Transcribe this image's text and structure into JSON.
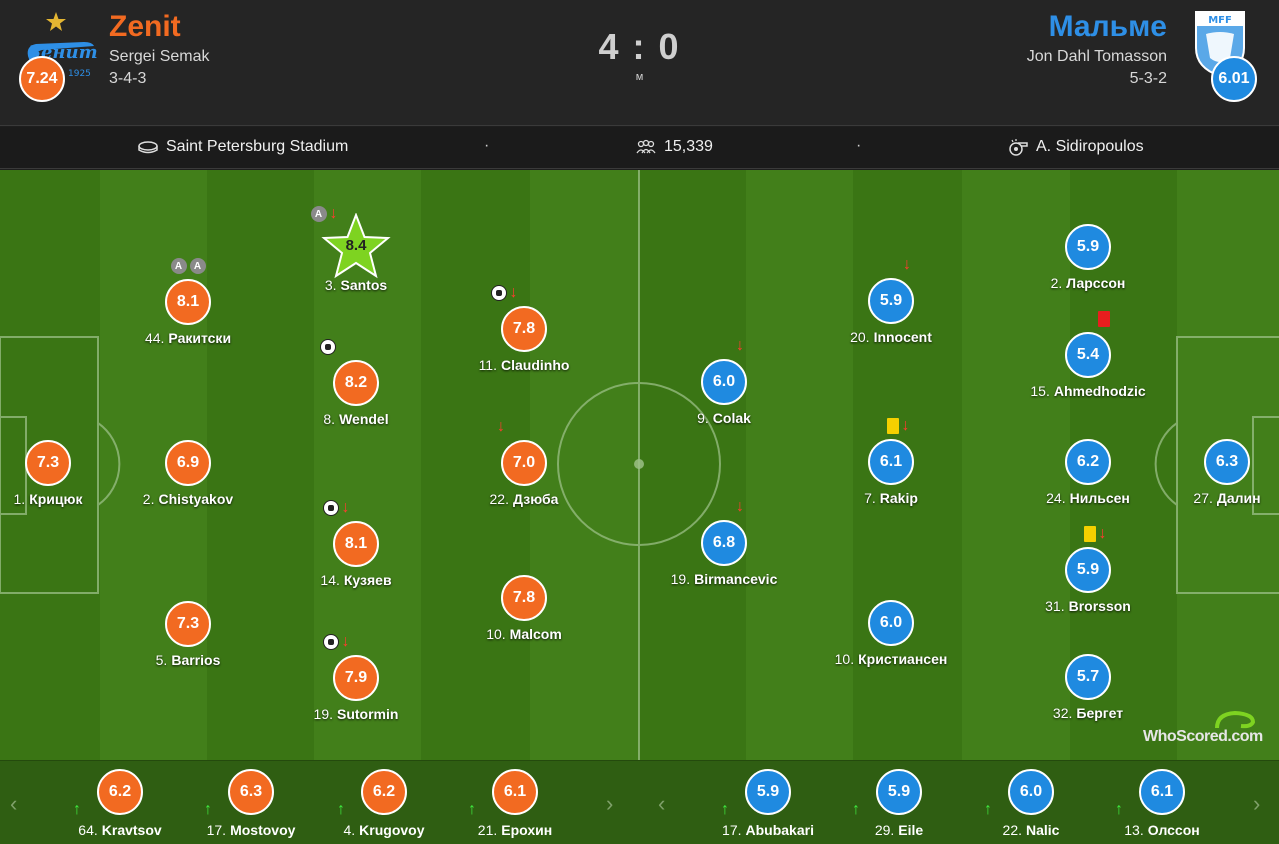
{
  "home": {
    "name": "Zenit",
    "coach": "Sergei Semak",
    "formation": "3-4-3",
    "rating": "7.24",
    "logo_year": "1925",
    "logo_text": "Зенит",
    "color": "#f26a21"
  },
  "away": {
    "name": "Мальме",
    "coach": "Jon Dahl Tomasson",
    "formation": "5-3-2",
    "rating": "6.01",
    "logo_text": "MFF",
    "color": "#1f8ae0"
  },
  "score": "4 : 0",
  "status": "м",
  "info": {
    "stadium": "Saint Petersburg Stadium",
    "attendance": "15,339",
    "referee": "A. Sidiropoulos",
    "separator": "·"
  },
  "home_players": [
    {
      "num": "1.",
      "name": "Крицюк",
      "rating": "7.3"
    },
    {
      "num": "44.",
      "name": "Ракитски",
      "rating": "8.1"
    },
    {
      "num": "2.",
      "name": "Chistyakov",
      "rating": "6.9"
    },
    {
      "num": "5.",
      "name": "Barrios",
      "rating": "7.3"
    },
    {
      "num": "3.",
      "name": "Santos",
      "rating": "8.4"
    },
    {
      "num": "8.",
      "name": "Wendel",
      "rating": "8.2"
    },
    {
      "num": "14.",
      "name": "Кузяев",
      "rating": "8.1"
    },
    {
      "num": "19.",
      "name": "Sutormin",
      "rating": "7.9"
    },
    {
      "num": "11.",
      "name": "Claudinho",
      "rating": "7.8"
    },
    {
      "num": "22.",
      "name": "Дзюба",
      "rating": "7.0"
    },
    {
      "num": "10.",
      "name": "Malcom",
      "rating": "7.8"
    }
  ],
  "away_players": [
    {
      "num": "9.",
      "name": "Colak",
      "rating": "6.0"
    },
    {
      "num": "19.",
      "name": "Birmancevic",
      "rating": "6.8"
    },
    {
      "num": "20.",
      "name": "Innocent",
      "rating": "5.9"
    },
    {
      "num": "7.",
      "name": "Rakip",
      "rating": "6.1"
    },
    {
      "num": "10.",
      "name": "Кристиансен",
      "rating": "6.0"
    },
    {
      "num": "2.",
      "name": "Ларссон",
      "rating": "5.9"
    },
    {
      "num": "15.",
      "name": "Ahmedhodzic",
      "rating": "5.4"
    },
    {
      "num": "24.",
      "name": "Нильсен",
      "rating": "6.2"
    },
    {
      "num": "31.",
      "name": "Brorsson",
      "rating": "5.9"
    },
    {
      "num": "32.",
      "name": "Бергет",
      "rating": "5.7"
    },
    {
      "num": "27.",
      "name": "Далин",
      "rating": "6.3"
    }
  ],
  "events": {
    "assist": "A",
    "arrow": "↓",
    "sub_in": "↑"
  },
  "home_subs": [
    {
      "num": "64.",
      "name": "Kravtsov",
      "rating": "6.2"
    },
    {
      "num": "17.",
      "name": "Mostovoy",
      "rating": "6.3"
    },
    {
      "num": "4.",
      "name": "Krugovoy",
      "rating": "6.2"
    },
    {
      "num": "21.",
      "name": "Ерохин",
      "rating": "6.1"
    }
  ],
  "away_subs": [
    {
      "num": "17.",
      "name": "Abubakari",
      "rating": "5.9"
    },
    {
      "num": "29.",
      "name": "Eile",
      "rating": "5.9"
    },
    {
      "num": "22.",
      "name": "Nalic",
      "rating": "6.0"
    },
    {
      "num": "13.",
      "name": "Олссон",
      "rating": "6.1"
    }
  ],
  "nav": {
    "prev": "‹",
    "next": "›"
  },
  "watermark": "WhoScored.com"
}
